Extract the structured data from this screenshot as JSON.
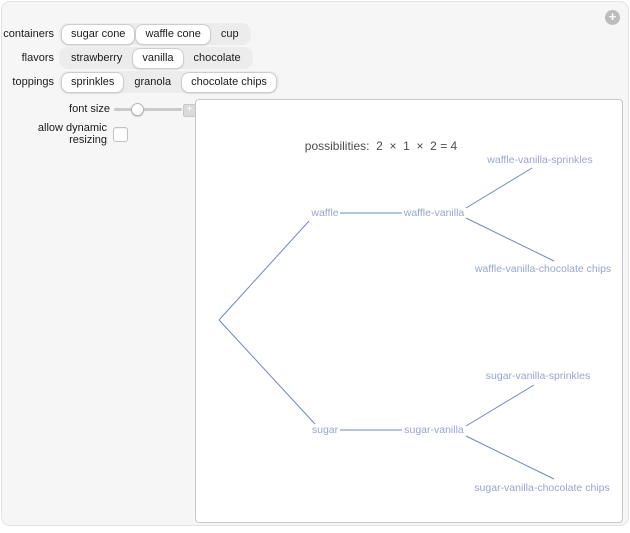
{
  "window": {
    "expand_button": "+"
  },
  "controls": {
    "setters": [
      {
        "label": "containers",
        "options": [
          {
            "label": "sugar cone",
            "selected": true
          },
          {
            "label": "waffle cone",
            "selected": true
          },
          {
            "label": "cup",
            "selected": false
          }
        ]
      },
      {
        "label": "flavors",
        "options": [
          {
            "label": "strawberry",
            "selected": false
          },
          {
            "label": "vanilla",
            "selected": true
          },
          {
            "label": "chocolate",
            "selected": false
          }
        ]
      },
      {
        "label": "toppings",
        "options": [
          {
            "label": "sprinkles",
            "selected": true
          },
          {
            "label": "granola",
            "selected": false
          },
          {
            "label": "chocolate chips",
            "selected": true
          }
        ]
      }
    ],
    "font_size_slider": {
      "label": "font size",
      "thumb_position_pct": 34,
      "stepper_button": "+"
    },
    "resize_checkbox": {
      "label": "allow dynamic resizing",
      "checked": false
    }
  },
  "diagram": {
    "title": "possibilities:  2  ×  1  ×  2 = 4",
    "tree": {
      "nodes": [
        {
          "label": "waffle"
        },
        {
          "label": "waffle-vanilla"
        },
        {
          "label": "sugar"
        },
        {
          "label": "sugar-vanilla"
        },
        {
          "label": "waffle-vanilla-sprinkles"
        },
        {
          "label": "waffle-vanilla-chocolate chips"
        },
        {
          "label": "sugar-vanilla-sprinkles"
        },
        {
          "label": "sugar-vanilla-chocolate chips"
        }
      ],
      "edges": [
        [
          "root",
          "waffle"
        ],
        [
          "root",
          "sugar"
        ],
        [
          "waffle",
          "waffle-vanilla"
        ],
        [
          "sugar",
          "sugar-vanilla"
        ],
        [
          "waffle-vanilla",
          "waffle-vanilla-sprinkles"
        ],
        [
          "waffle-vanilla",
          "waffle-vanilla-chocolate chips"
        ],
        [
          "sugar-vanilla",
          "sugar-vanilla-sprinkles"
        ],
        [
          "sugar-vanilla",
          "sugar-vanilla-chocolate chips"
        ]
      ],
      "colors": {
        "edge": "#7289bd",
        "label": "#98a5cd"
      }
    }
  }
}
